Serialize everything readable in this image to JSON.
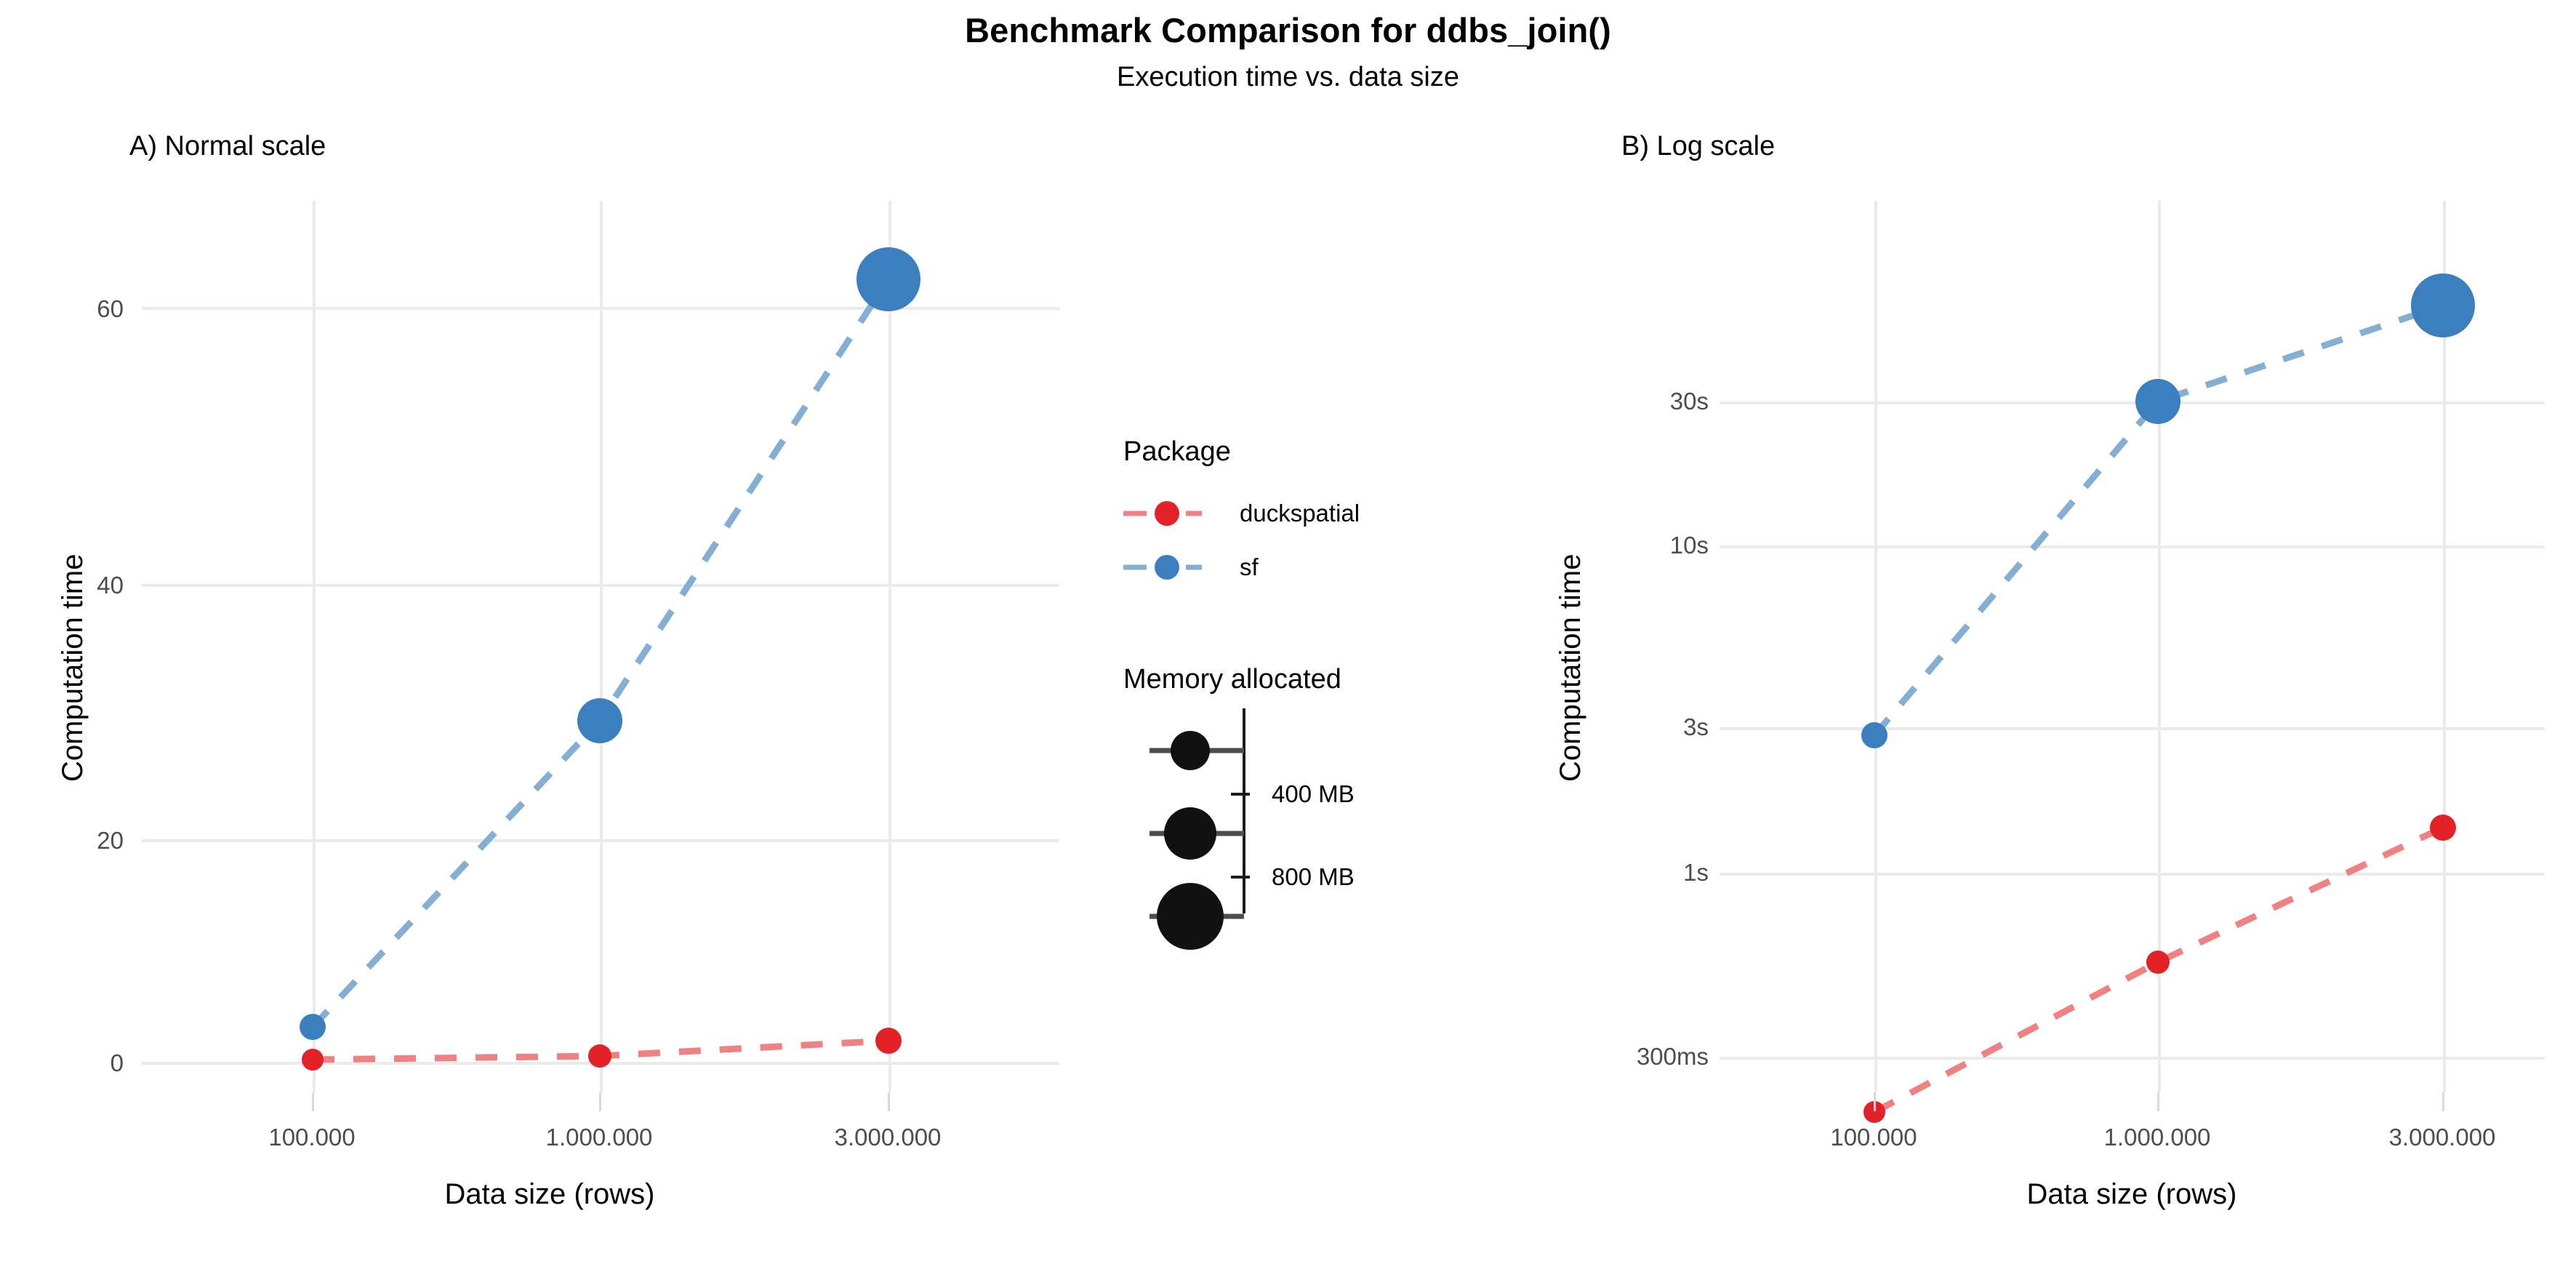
{
  "title": "Benchmark Comparison for ddbs_join()",
  "subtitle": "Execution time vs. data size",
  "panels": {
    "a": {
      "title": "A) Normal scale"
    },
    "b": {
      "title": "B) Log scale"
    }
  },
  "axes": {
    "xlabel": "Data size (rows)",
    "ylabel": "Computation time",
    "x_ticks": [
      "100.000",
      "1.000.000",
      "3.000.000"
    ],
    "y_ticks_normal": [
      "0",
      "20",
      "40",
      "60"
    ],
    "y_ticks_log": [
      "300ms",
      "1s",
      "3s",
      "10s",
      "30s"
    ]
  },
  "legend": {
    "package": {
      "title": "Package",
      "items": [
        {
          "label": "duckspatial",
          "color": "#E32227",
          "line_color": "#EF8183"
        },
        {
          "label": "sf",
          "color": "#3C7FBF",
          "line_color": "#85AFD2"
        }
      ]
    },
    "memory": {
      "title": "Memory allocated",
      "ticks": [
        "400 MB",
        "800 MB"
      ],
      "color": "#111111"
    }
  },
  "colors": {
    "duckspatial_point": "#E32227",
    "duckspatial_line": "#EF8183",
    "sf_point": "#3C7FBF",
    "sf_line": "#85AFD2",
    "grid": "#EBEBEB",
    "tick_text": "#4D4D4D",
    "panel_bg": "#FFFFFF"
  },
  "chart_data": [
    {
      "type": "line",
      "title": "A) Normal scale",
      "xlabel": "Data size (rows)",
      "ylabel": "Computation time",
      "x_scale": "discrete",
      "y_scale": "linear",
      "categories": [
        "100.000",
        "1.000.000",
        "3.000.000"
      ],
      "ylim": [
        -2,
        70
      ],
      "y_ticks": [
        0,
        20,
        40,
        60
      ],
      "grid": true,
      "legend_position": "center-right",
      "series": [
        {
          "name": "duckspatial",
          "color": "#E32227",
          "values": [
            0.22,
            0.52,
            1.85
          ],
          "sizes_mb": [
            40,
            110,
            300
          ],
          "linetype": "dashed"
        },
        {
          "name": "sf",
          "color": "#3C7FBF",
          "values": [
            2.8,
            30.0,
            64.5
          ],
          "sizes_mb": [
            120,
            430,
            900
          ],
          "linetype": "dashed"
        }
      ]
    },
    {
      "type": "line",
      "title": "B) Log scale",
      "xlabel": "Data size (rows)",
      "ylabel": "Computation time",
      "x_scale": "discrete",
      "y_scale": "log",
      "categories": [
        "100.000",
        "1.000.000",
        "3.000.000"
      ],
      "y_ticks_labels": [
        "300ms",
        "1s",
        "3s",
        "10s",
        "30s"
      ],
      "y_ticks_seconds": [
        0.3,
        1,
        3,
        10,
        30
      ],
      "grid": true,
      "series": [
        {
          "name": "duckspatial",
          "color": "#E32227",
          "values_seconds": [
            0.22,
            0.52,
            1.85
          ],
          "sizes_mb": [
            40,
            110,
            300
          ],
          "linetype": "dashed"
        },
        {
          "name": "sf",
          "color": "#3C7FBF",
          "values_seconds": [
            2.8,
            30.0,
            64.5
          ],
          "sizes_mb": [
            120,
            430,
            900
          ],
          "linetype": "dashed"
        }
      ]
    }
  ]
}
